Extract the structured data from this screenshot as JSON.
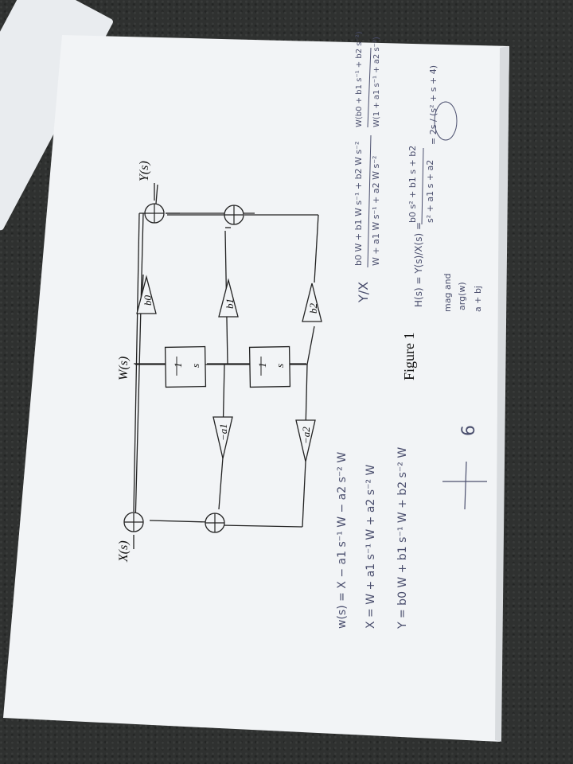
{
  "diagram": {
    "input_label": "X(s)",
    "output_label": "Y(s)",
    "state_label": "W(s)",
    "integrator_num": "1",
    "integrator_den": "s",
    "gain_b0": "b0",
    "gain_b1": "b1",
    "gain_b2": "b2",
    "gain_a1": "−a1",
    "gain_a2": "−a2",
    "sum_symbol": "+",
    "caption": "Figure 1"
  },
  "handwriting": {
    "line1": "w(s) = X − a1 s⁻¹ W − a2 s⁻² W",
    "line2": "X = W + a1 s⁻¹ W + a2 s⁻² W",
    "line3": "Y = b0 W + b1 s⁻¹ W + b2 s⁻² W",
    "ratio_lhs": "Y/X",
    "ratio_num": "b0 W + b1 W s⁻¹ + b2 W s⁻²",
    "ratio_den": "W + a1 W s⁻¹ + a2 W s⁻²",
    "ratio_num2": "W(b0 + b1 s⁻¹ + b2 s⁻²)",
    "ratio_den2": "W(1 + a1 s⁻¹ + a2 s⁻²)",
    "h_lhs": "H(s) = Y(s)/X(s) =",
    "h_num": "b0 s² + b1 s + b2",
    "h_den": "s² + a1 s + a2",
    "h_example": "= 2s / (s² + s + 4)",
    "note1": "mag and",
    "note2": "arg(w)",
    "note3": "a + bj",
    "page_number": "6"
  }
}
